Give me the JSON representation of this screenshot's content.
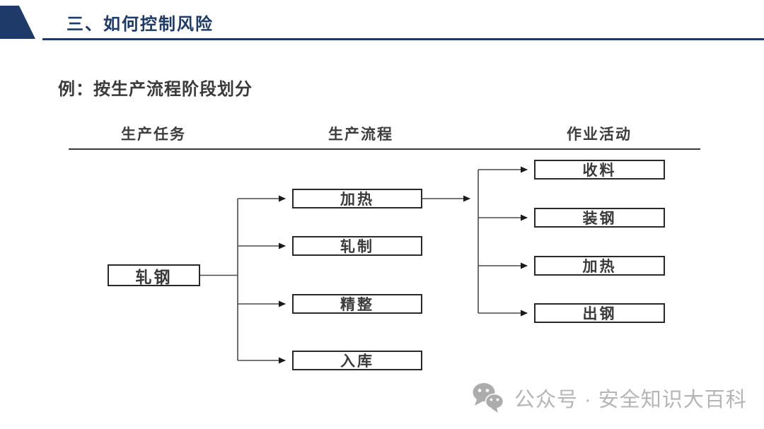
{
  "header": {
    "title": "三、如何控制风险"
  },
  "slide": {
    "title": "例：按生产流程阶段划分"
  },
  "diagram": {
    "columns": [
      {
        "label": "生产任务"
      },
      {
        "label": "生产流程"
      },
      {
        "label": "作业活动"
      }
    ],
    "root": {
      "label": "轧钢"
    },
    "process_steps": [
      {
        "label": "加热"
      },
      {
        "label": "轧制"
      },
      {
        "label": "精整"
      },
      {
        "label": "入库"
      }
    ],
    "activities": [
      {
        "label": "收料"
      },
      {
        "label": "装钢"
      },
      {
        "label": "加热"
      },
      {
        "label": "出钢"
      }
    ]
  },
  "watermark": {
    "icon": "wechat-icon",
    "text": "公众号 · 安全知识大百科"
  },
  "colors": {
    "accent_navy": "#1e3a68",
    "box_border": "#282828",
    "text_dark": "#3a3a3a",
    "connector_line": "#4a4a4a",
    "watermark_gray": "#b6b4b4"
  }
}
